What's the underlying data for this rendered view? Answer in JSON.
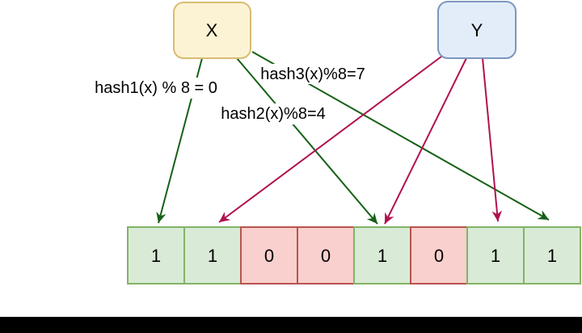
{
  "diagram": {
    "type": "bloom-filter",
    "nodes": {
      "x": {
        "label": "X",
        "fill": "#fcf3d4",
        "stroke": "#d9bc72"
      },
      "y": {
        "label": "Y",
        "fill": "#e3edfa",
        "stroke": "#7c97be"
      }
    },
    "edges": [
      {
        "from": "X",
        "label": "hash1(x) % 8 = 0",
        "to_index": 0,
        "color": "#166116"
      },
      {
        "from": "X",
        "label": "hash2(x)%8=4",
        "to_index": 4,
        "color": "#166116"
      },
      {
        "from": "X",
        "label": "hash3(x)%8=7",
        "to_index": 7,
        "color": "#166116"
      },
      {
        "from": "Y",
        "label": "",
        "to_index": 1,
        "color": "#b01150"
      },
      {
        "from": "Y",
        "label": "",
        "to_index": 4,
        "color": "#b01150"
      },
      {
        "from": "Y",
        "label": "",
        "to_index": 6,
        "color": "#b01150"
      }
    ],
    "bit_array": {
      "cells": [
        {
          "index": 0,
          "value": "1",
          "state": "on",
          "fill": "#d9ebd6",
          "stroke": "#82b366"
        },
        {
          "index": 1,
          "value": "1",
          "state": "on",
          "fill": "#d9ebd6",
          "stroke": "#82b366"
        },
        {
          "index": 2,
          "value": "0",
          "state": "off",
          "fill": "#f9d0cd",
          "stroke": "#b85450"
        },
        {
          "index": 3,
          "value": "0",
          "state": "off",
          "fill": "#f9d0cd",
          "stroke": "#b85450"
        },
        {
          "index": 4,
          "value": "1",
          "state": "on",
          "fill": "#d9ebd6",
          "stroke": "#82b366"
        },
        {
          "index": 5,
          "value": "0",
          "state": "off",
          "fill": "#f9d0cd",
          "stroke": "#b85450"
        },
        {
          "index": 6,
          "value": "1",
          "state": "on",
          "fill": "#d9ebd6",
          "stroke": "#82b366"
        },
        {
          "index": 7,
          "value": "1",
          "state": "on",
          "fill": "#d9ebd6",
          "stroke": "#82b366"
        }
      ]
    },
    "colors": {
      "x_arrow": "#166116",
      "y_arrow": "#b01150",
      "background": "#ffffff",
      "bottom_bar": "#000000",
      "text": "#000000"
    }
  }
}
